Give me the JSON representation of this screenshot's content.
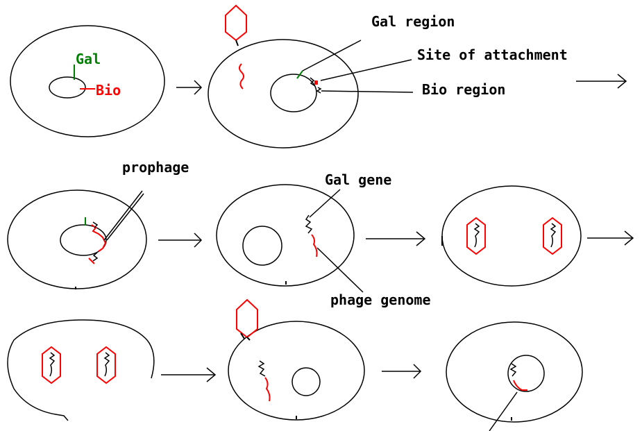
{
  "labels": {
    "gal": "Gal",
    "bio": "Bio",
    "gal_region": "Gal region",
    "site_of_attachment": "Site of attachment",
    "bio_region": "Bio region",
    "prophage": "prophage",
    "gal_gene": "Gal gene",
    "phage_genome": "phage genome"
  },
  "colors": {
    "outline": "#000000",
    "gal": "#008000",
    "bio": "#ff0000",
    "phage": "#ff0000",
    "background": "#ffffff"
  }
}
